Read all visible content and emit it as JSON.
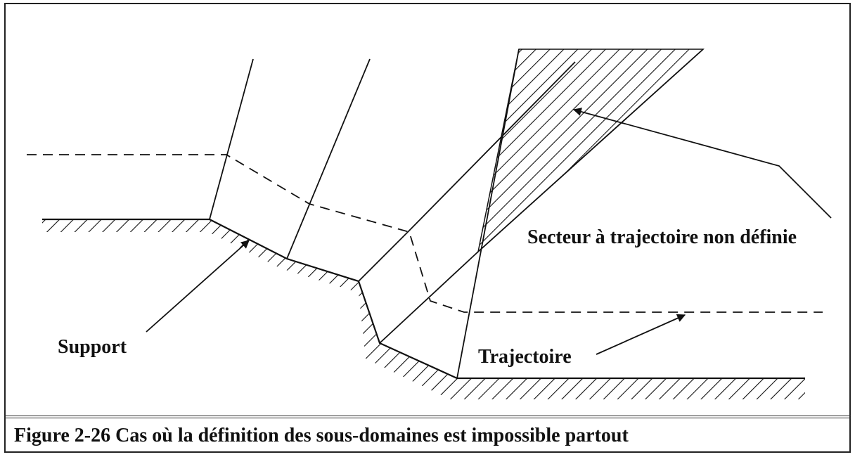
{
  "labels": {
    "support": "Support",
    "trajectory": "Trajectoire",
    "undefined_sector": "Secteur à trajectoire non définie"
  },
  "caption": "Figure 2-26 Cas où la définition des sous-domaines est impossible partout",
  "colors": {
    "ink": "#111111",
    "frame": "#222222",
    "background": "#ffffff"
  }
}
